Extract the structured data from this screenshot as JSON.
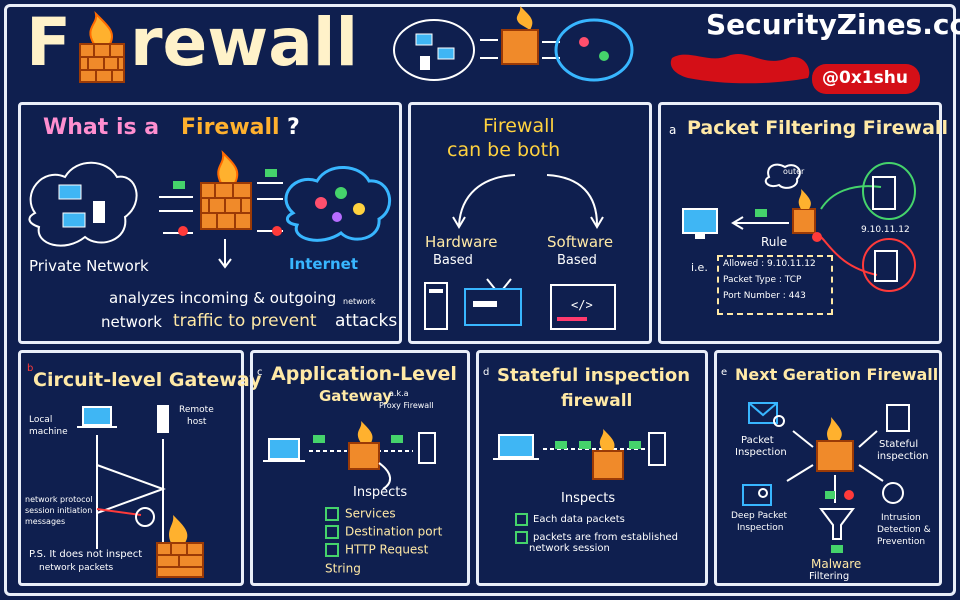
{
  "header": {
    "title_left": "F",
    "title_right": "rewall",
    "brand": "SecurityZines.com",
    "handle": "@0x1shu"
  },
  "what_is": {
    "title_a": "What is a",
    "title_b": "Firewall",
    "title_c": "?",
    "private_network": "Private Network",
    "internet": "Internet",
    "line1": "analyzes incoming & outgoing",
    "line2a": "network",
    "line2b": "traffic to prevent",
    "line2c": "attacks",
    "line2d": "network"
  },
  "both": {
    "title1": "Firewall",
    "title2": "can be both",
    "hardware": "Hardware",
    "hardware2": "Based",
    "software": "Software",
    "software2": "Based"
  },
  "packet": {
    "num": "a",
    "title": "Packet Filtering Firewall",
    "outer": "outer",
    "rule": "Rule",
    "ie": "i.e.",
    "allowed": "Allowed : 9.10.11.12",
    "type": "Packet Type : TCP",
    "port": "Port Number : 443",
    "ip1": "9.10.11.12"
  },
  "circuit": {
    "num": "b",
    "title": "Circuit-level Gateway",
    "local": "Local",
    "local2": "machine",
    "remote": "Remote",
    "remote2": "host",
    "msg1": "network protocol",
    "msg2": "session initiation",
    "msg3": "messages",
    "ps1": "P.S. It does not inspect",
    "ps2": "network packets"
  },
  "app": {
    "num": "c",
    "title1": "Application-Level",
    "title2": "Gateway",
    "aka1": "a.k.a",
    "aka2": "Proxy Firewall",
    "inspects": "Inspects",
    "items": [
      "Services",
      "Destination port",
      "HTTP Request String"
    ]
  },
  "stateful": {
    "num": "d",
    "title1": "Stateful inspection",
    "title2": "firewall",
    "inspects": "Inspects",
    "item1": "Each data packets",
    "item2a": "packets are from established",
    "item2b": "network session"
  },
  "ngfw": {
    "num": "e",
    "title": "Next Geration Firewall",
    "packet1": "Packet",
    "packet2": "Inspection",
    "stateful1": "Stateful",
    "stateful2": "inspection",
    "dpi1": "Deep Packet",
    "dpi2": "Inspection",
    "ids1": "Intrusion",
    "ids2": "Detection &",
    "ids3": "Prevention",
    "mal1": "Malware",
    "mal2": "Filtering"
  }
}
